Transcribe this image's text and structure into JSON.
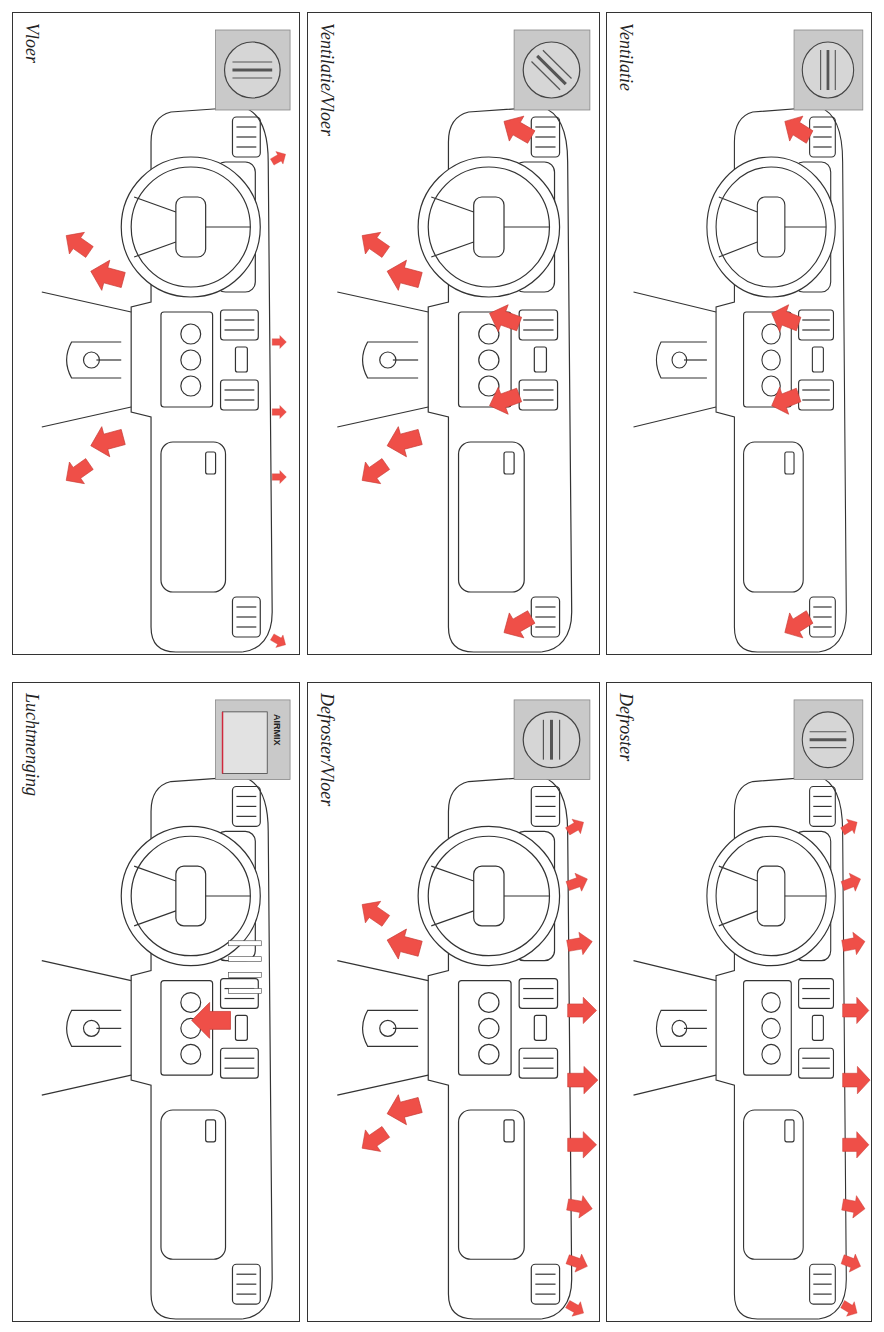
{
  "diagram": {
    "nodes": [
      {
        "text": [
          "Vloer"
        ]
      },
      {
        "text": [
          "Ventilatie/Vloer"
        ]
      },
      {
        "text": [
          "Ventilatie"
        ]
      },
      {
        "text": [
          "Luchtmenging"
        ]
      },
      {
        "text": [
          "Defroster/Vloer"
        ]
      },
      {
        "text": [
          "Defroster"
        ]
      }
    ],
    "labels": [
      "AIRMIX"
    ]
  }
}
